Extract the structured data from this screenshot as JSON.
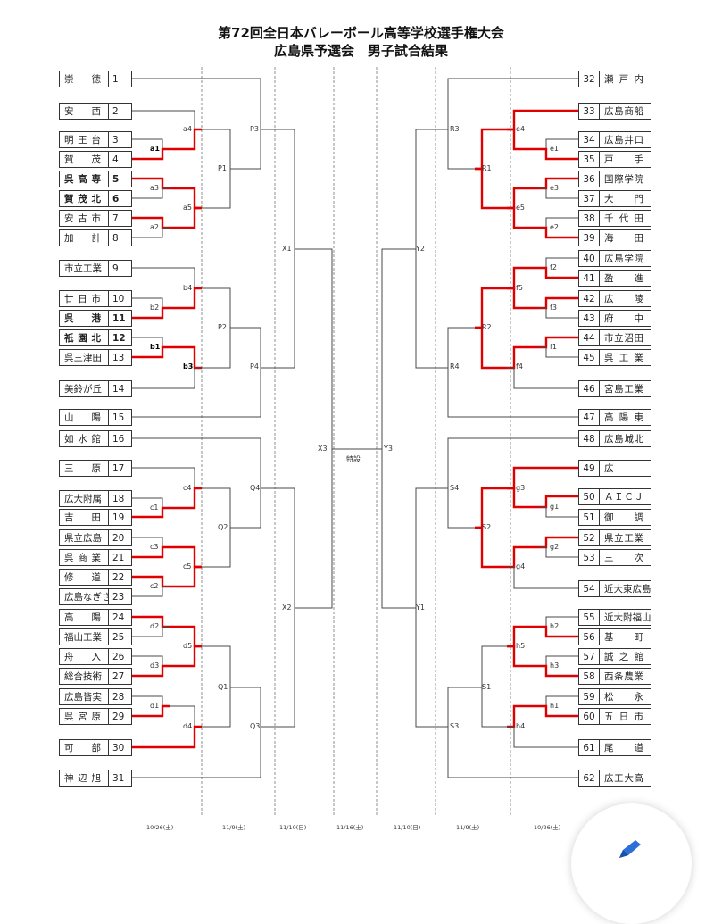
{
  "title": "第72回全日本バレーボール高等学校選手権大会",
  "subtitle": "広島県予選会　男子試合結果",
  "center_label": "特設",
  "colors": {
    "winner_line": "#e00000",
    "line": "#4a4a4a",
    "box_border": "#333333"
  },
  "left_teams": [
    {
      "no": "1",
      "name": "崇徳"
    },
    {
      "no": "2",
      "name": "安西"
    },
    {
      "no": "3",
      "name": "明王台"
    },
    {
      "no": "4",
      "name": "賀茂"
    },
    {
      "no": "5",
      "name": "呉高専"
    },
    {
      "no": "6",
      "name": "賀茂北"
    },
    {
      "no": "7",
      "name": "安古市"
    },
    {
      "no": "8",
      "name": "加計"
    },
    {
      "no": "9",
      "name": "市立工業"
    },
    {
      "no": "10",
      "name": "廿日市"
    },
    {
      "no": "11",
      "name": "呉港"
    },
    {
      "no": "12",
      "name": "祇園北"
    },
    {
      "no": "13",
      "name": "呉三津田"
    },
    {
      "no": "14",
      "name": "美鈴が丘"
    },
    {
      "no": "15",
      "name": "山陽"
    },
    {
      "no": "16",
      "name": "如水館"
    },
    {
      "no": "17",
      "name": "三原"
    },
    {
      "no": "18",
      "name": "広大附属"
    },
    {
      "no": "19",
      "name": "吉田"
    },
    {
      "no": "20",
      "name": "県立広島"
    },
    {
      "no": "21",
      "name": "呉商業"
    },
    {
      "no": "22",
      "name": "修道"
    },
    {
      "no": "23",
      "name": "広島なぎさ"
    },
    {
      "no": "24",
      "name": "高陽"
    },
    {
      "no": "25",
      "name": "福山工業"
    },
    {
      "no": "26",
      "name": "舟入"
    },
    {
      "no": "27",
      "name": "総合技術"
    },
    {
      "no": "28",
      "name": "広島皆実"
    },
    {
      "no": "29",
      "name": "呉宮原"
    },
    {
      "no": "30",
      "name": "可部"
    },
    {
      "no": "31",
      "name": "神辺旭"
    }
  ],
  "right_teams": [
    {
      "no": "32",
      "name": "瀬戸内"
    },
    {
      "no": "33",
      "name": "広島商船"
    },
    {
      "no": "34",
      "name": "広島井口"
    },
    {
      "no": "35",
      "name": "戸手"
    },
    {
      "no": "36",
      "name": "国際学院"
    },
    {
      "no": "37",
      "name": "大門"
    },
    {
      "no": "38",
      "name": "千代田"
    },
    {
      "no": "39",
      "name": "海田"
    },
    {
      "no": "40",
      "name": "広島学院"
    },
    {
      "no": "41",
      "name": "盈進"
    },
    {
      "no": "42",
      "name": "広陵"
    },
    {
      "no": "43",
      "name": "府中"
    },
    {
      "no": "44",
      "name": "市立沼田"
    },
    {
      "no": "45",
      "name": "呉工業"
    },
    {
      "no": "46",
      "name": "宮島工業"
    },
    {
      "no": "47",
      "name": "高陽東"
    },
    {
      "no": "48",
      "name": "広島城北"
    },
    {
      "no": "49",
      "name": "広"
    },
    {
      "no": "50",
      "name": "ＡＩＣＪ"
    },
    {
      "no": "51",
      "name": "御調"
    },
    {
      "no": "52",
      "name": "県立工業"
    },
    {
      "no": "53",
      "name": "三次"
    },
    {
      "no": "54",
      "name": "近大東広島"
    },
    {
      "no": "55",
      "name": "近大附福山"
    },
    {
      "no": "56",
      "name": "基町"
    },
    {
      "no": "57",
      "name": "誠之館"
    },
    {
      "no": "58",
      "name": "西条農業"
    },
    {
      "no": "59",
      "name": "松永"
    },
    {
      "no": "60",
      "name": "五日市"
    },
    {
      "no": "61",
      "name": "尾道"
    },
    {
      "no": "62",
      "name": "広工大高"
    }
  ],
  "match_labels": {
    "a1": "a1",
    "a2": "a2",
    "a3": "a3",
    "a4": "a4",
    "a5": "a5",
    "b1": "b1",
    "b2": "b2",
    "b3": "b3",
    "b4": "b4",
    "c1": "c1",
    "c2": "c2",
    "c3": "c3",
    "c4": "c4",
    "c5": "c5",
    "d1": "d1",
    "d2": "d2",
    "d3": "d3",
    "d4": "d4",
    "d5": "d5",
    "e1": "e1",
    "e2": "e2",
    "e3": "e3",
    "e4": "e4",
    "e5": "e5",
    "f1": "f1",
    "f2": "f2",
    "f3": "f3",
    "f4": "f4",
    "f5": "f5",
    "g1": "g1",
    "g2": "g2",
    "g3": "g3",
    "g4": "g4",
    "h1": "h1",
    "h2": "h2",
    "h3": "h3",
    "h4": "h4",
    "h5": "h5",
    "P1": "P1",
    "P2": "P2",
    "P3": "P3",
    "P4": "P4",
    "Q1": "Q1",
    "Q2": "Q2",
    "Q3": "Q3",
    "Q4": "Q4",
    "R1": "R1",
    "R2": "R2",
    "R3": "R3",
    "R4": "R4",
    "S1": "S1",
    "S2": "S2",
    "S3": "S3",
    "S4": "S4",
    "X1": "X1",
    "X2": "X2",
    "X3": "X3",
    "Y1": "Y1",
    "Y2": "Y2",
    "Y3": "Y3"
  },
  "dates": [
    "10/26(土)",
    "11/9(土)",
    "11/10(日)",
    "11/16(土)",
    "11/10(日)",
    "11/9(土)",
    "10/26(土)"
  ],
  "edit_button_icon": "pencil-icon"
}
